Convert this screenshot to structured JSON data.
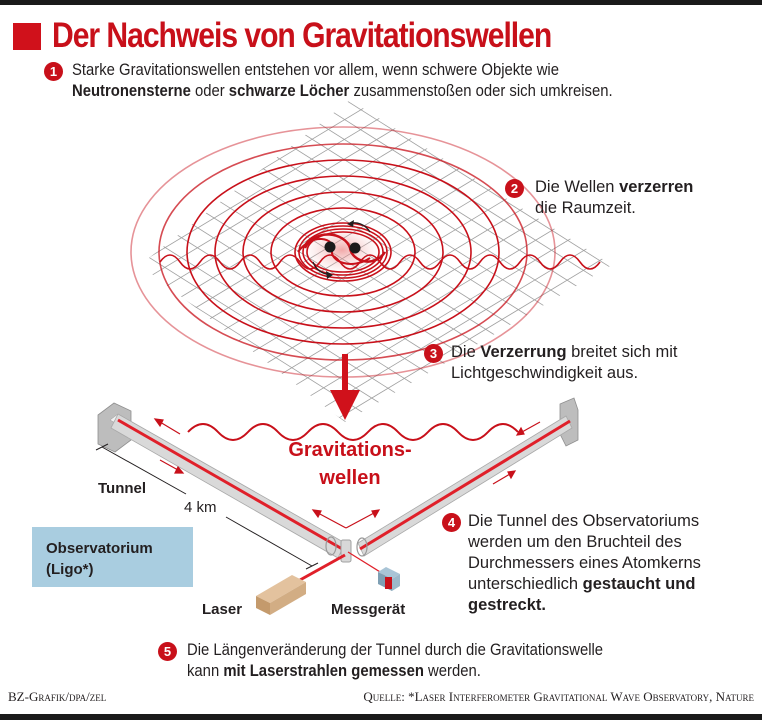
{
  "title": "Der Nachweis von Gravitationswellen",
  "colors": {
    "accent_red": "#c8101a",
    "grid_gray": "#9a9a9a",
    "observatory_box": "#a9cde0",
    "laser_box": "#d2ad84",
    "tunnel_gray": "#c9c9c9",
    "text": "#231f20"
  },
  "steps": [
    {
      "number": "1",
      "line1": "Starke Gravitationswellen entstehen vor allem, wenn schwere Objekte wie",
      "line2_bold_a": "Neutronensterne",
      "line2_mid": " oder ",
      "line2_bold_b": "schwarze Löcher",
      "line2_end": " zusammenstoßen oder sich umkreisen."
    },
    {
      "number": "2",
      "line1_pre": "Die Wellen ",
      "line1_bold": "verzerren",
      "line2": "die Raumzeit."
    },
    {
      "number": "3",
      "line1_pre": "Die ",
      "line1_bold": "Verzerrung",
      "line1_post": " breitet sich mit",
      "line2": "Lichtgeschwindigkeit aus."
    },
    {
      "number": "4",
      "line1": "Die Tunnel des Observatoriums",
      "line2": "werden um den Bruchteil des",
      "line3": "Durchmessers eines Atomkerns",
      "line4_pre": "unterschiedlich ",
      "line4_bold": "gestaucht und",
      "line5_bold": "gestreckt."
    },
    {
      "number": "5",
      "line1": "Die Längenveränderung der Tunnel durch die Gravitationswelle",
      "line2_pre": "kann ",
      "line2_bold": "mit Laserstrahlen gemessen",
      "line2_post": " werden."
    }
  ],
  "diagram": {
    "gw_label_line1": "Gravitations-",
    "gw_label_line2": "wellen",
    "tunnel_label": "Tunnel",
    "distance_label": "4 km",
    "observatory_line1": "Observatorium",
    "observatory_line2": "(Ligo*)",
    "laser_label": "Laser",
    "detector_label": "Messgerät"
  },
  "footer": {
    "credit": "BZ-Grafik/dpa/zel",
    "source": "Quelle: *Laser Interferometer Gravitational Wave Observatory, Nature"
  }
}
